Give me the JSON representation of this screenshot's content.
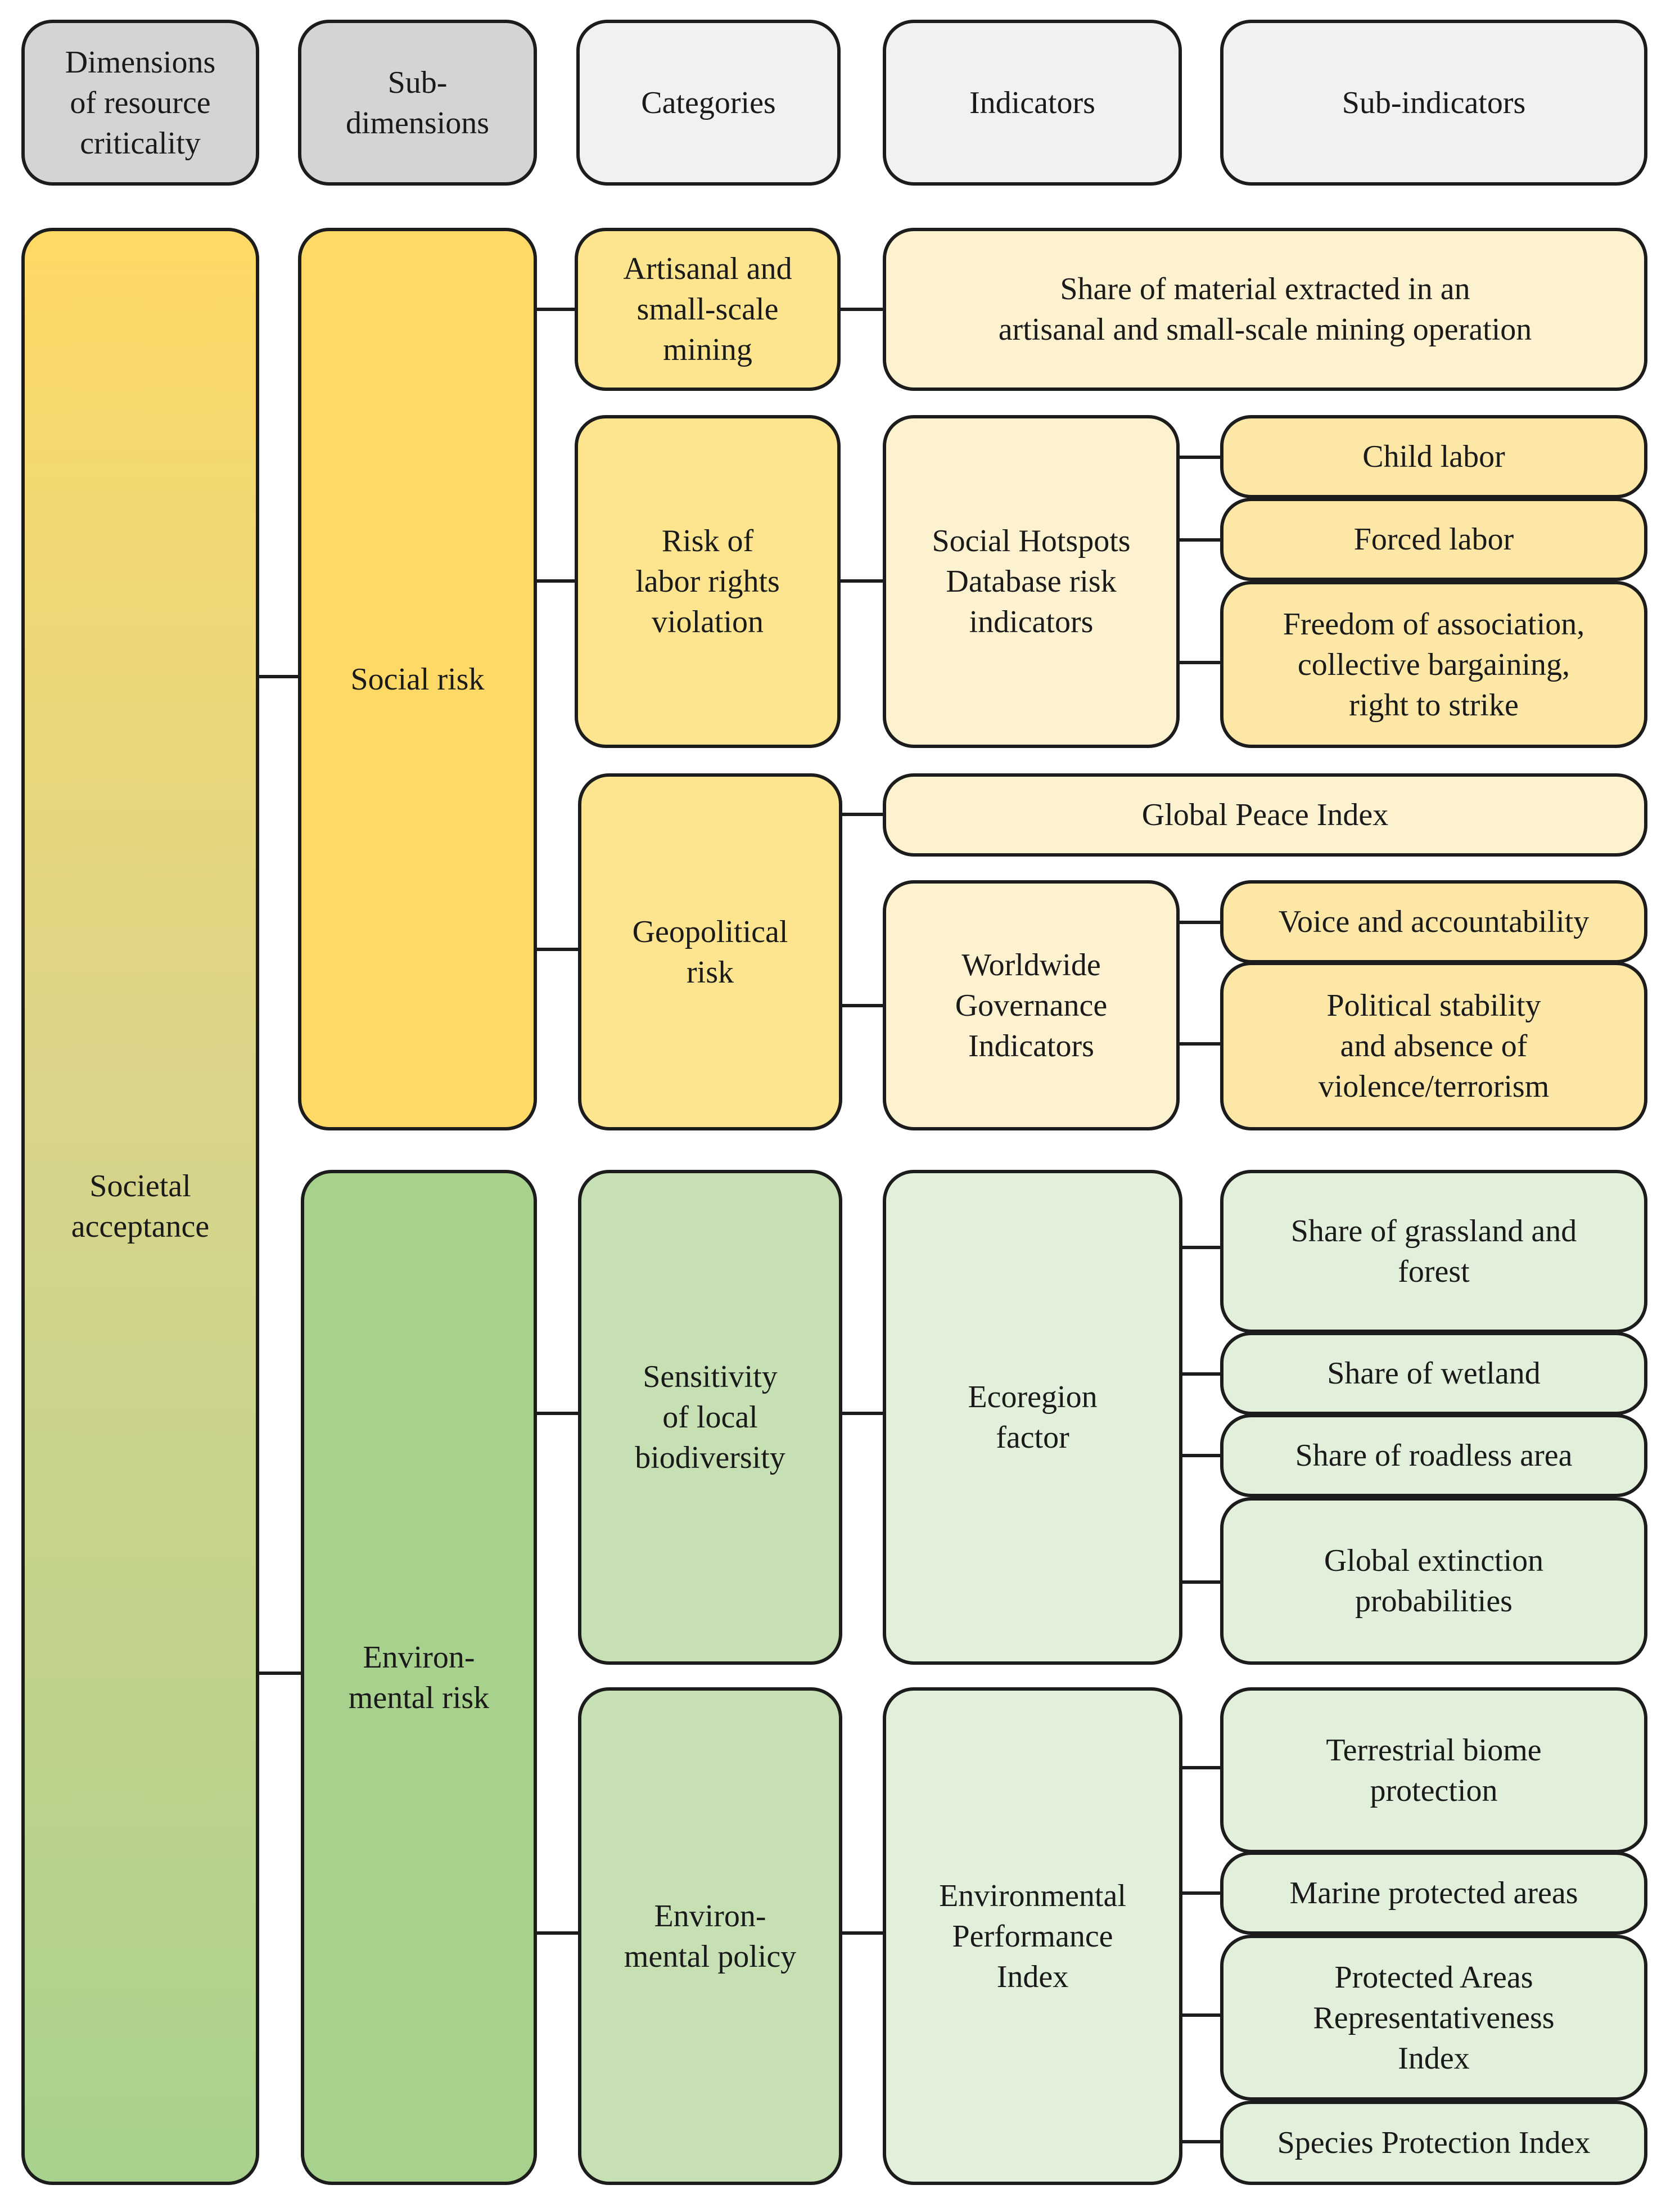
{
  "headers": {
    "dimensions": "Dimensions\nof resource\ncriticality",
    "sub_dimensions": "Sub-\ndimensions",
    "categories": "Categories",
    "indicators": "Indicators",
    "sub_indicators": "Sub-indicators"
  },
  "dimension": "Societal\nacceptance",
  "sub_dimensions": {
    "social": "Social risk",
    "environmental": "Environ-\nmental risk"
  },
  "categories": {
    "asm": "Artisanal and\nsmall-scale\nmining",
    "labor": "Risk of\nlabor rights\nviolation",
    "geopolitical": "Geopolitical\nrisk",
    "biodiversity": "Sensitivity\nof local\nbiodiversity",
    "env_policy": "Environ-\nmental policy"
  },
  "indicators": {
    "asm_share": "Share of material extracted in an\nartisanal and small-scale mining operation",
    "shdb": "Social Hotspots\nDatabase risk\nindicators",
    "gpi": "Global Peace Index",
    "wgi": "Worldwide\nGovernance\nIndicators",
    "ecoregion": "Ecoregion\nfactor",
    "epi": "Environmental\nPerformance\nIndex"
  },
  "sub_indicators": {
    "child_labor": "Child labor",
    "forced_labor": "Forced labor",
    "freedom": "Freedom of association,\ncollective bargaining,\nright to strike",
    "voice": "Voice and accountability",
    "political": "Political stability\nand absence of\nviolence/terrorism",
    "grassland": "Share of grassland and\nforest",
    "wetland": "Share of wetland",
    "roadless": "Share of roadless area",
    "extinction": "Global extinction\nprobabilities",
    "biome": "Terrestrial biome\nprotection",
    "marine": "Marine protected areas",
    "pari": "Protected Areas\nRepresentativeness\nIndex",
    "spi": "Species Protection Index"
  },
  "colors": {
    "dimension_gradient_top": "#fed966",
    "dimension_gradient_bottom": "#a9d18e",
    "social_subdimension": "#fed966",
    "social_category": "#fde58f",
    "social_indicator": "#fdf2d0",
    "environmental_subdimension": "#a8d18d",
    "environmental_category": "#c6e0b4",
    "environmental_indicator": "#e2efda",
    "header_dark": "#d4d4d4",
    "header_light": "#f1f1f1",
    "border": "#1c1c1c"
  }
}
